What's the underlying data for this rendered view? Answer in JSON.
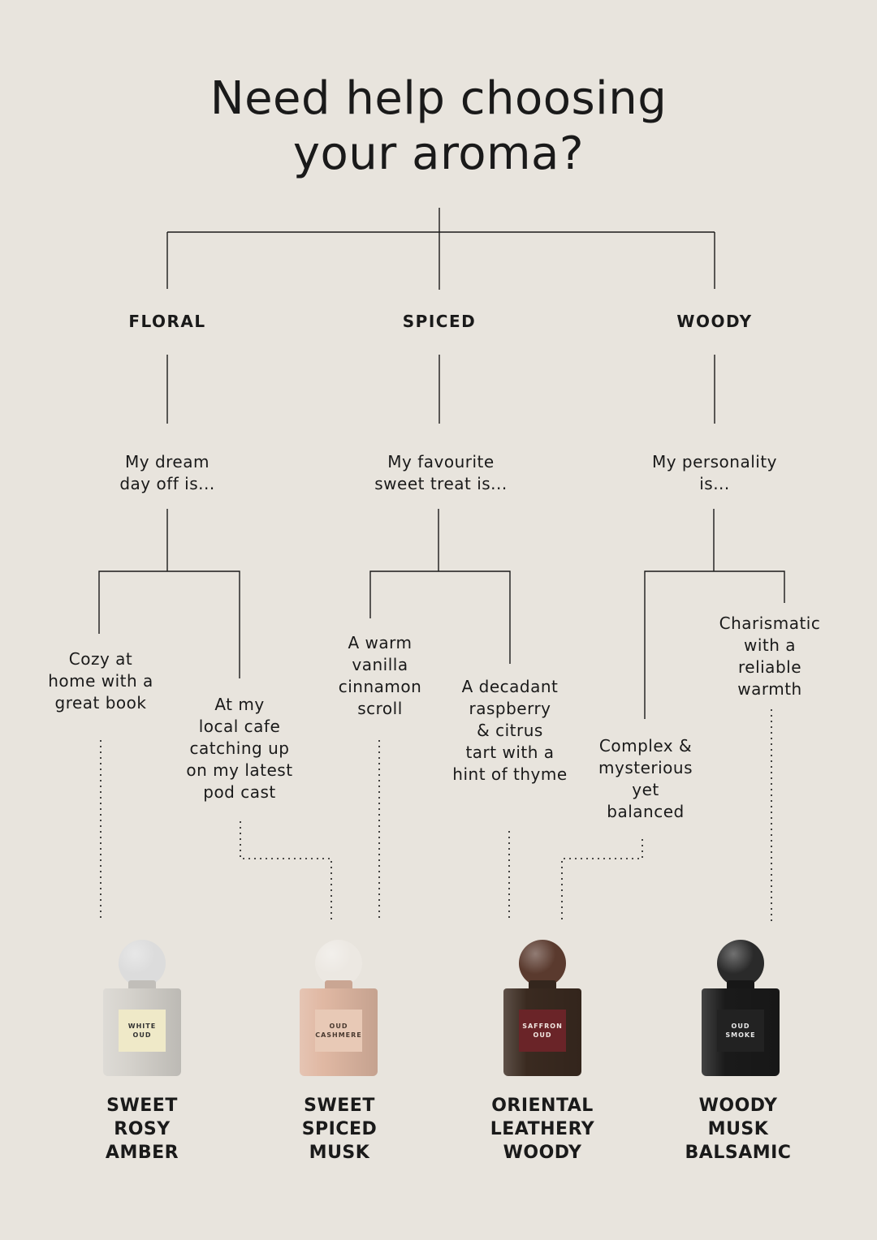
{
  "title": {
    "line1": "Need help choosing",
    "line2": "your aroma?"
  },
  "categories": [
    "FLORAL",
    "SPICED",
    "WOODY"
  ],
  "questions": [
    "My dream\nday off is...",
    "My favourite\nsweet treat is...",
    "My personality\nis..."
  ],
  "answers": [
    "Cozy at\nhome with a\ngreat book",
    "At my\nlocal cafe\ncatching up\non my latest\npod cast",
    "A warm\nvanilla\ncinnamon\nscroll",
    "A decadant\nraspberry\n& citrus\ntart with a\nhint of thyme",
    "Complex &\nmysterious\nyet\nbalanced",
    "Charismatic\nwith a\nreliable\nwarmth"
  ],
  "products": [
    {
      "label": "WHITE\nOUD",
      "result": "SWEET\nROSY\nAMBER",
      "cap_color": "#dcdcdc",
      "jar_color": "#d6d3cd",
      "label_color": "#efe9c8",
      "text_color": "#333333"
    },
    {
      "label": "OUD\nCASHMERE",
      "result": "SWEET\nSPICED\nMUSK",
      "cap_color": "#ece8e2",
      "jar_color": "#e0b8a3",
      "label_color": "#e8c9b6",
      "text_color": "#4a3a30"
    },
    {
      "label": "SAFFRON\nOUD",
      "result": "ORIENTAL\nLEATHERY\nWOODY",
      "cap_color": "#5a3a2e",
      "jar_color": "#3a2a20",
      "label_color": "#6a2428",
      "text_color": "#f0e6e0"
    },
    {
      "label": "OUD\nSMOKE",
      "result": "WOODY\nMUSK\nBALSAMIC",
      "cap_color": "#2a2a2a",
      "jar_color": "#1a1a1a",
      "label_color": "#222222",
      "text_color": "#e8e8e8"
    }
  ]
}
